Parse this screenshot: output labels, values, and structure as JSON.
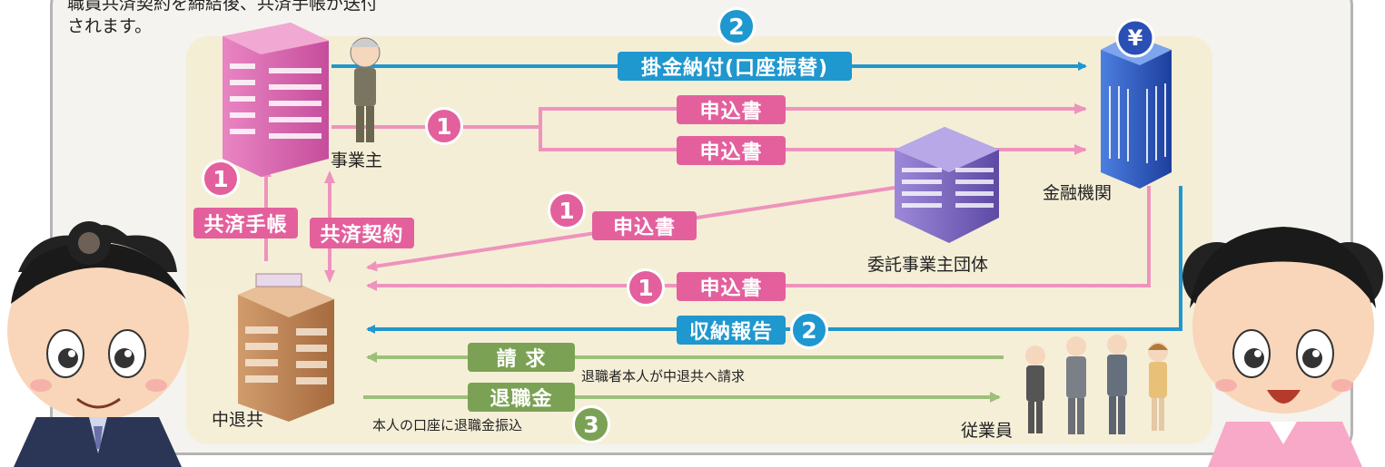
{
  "intro": {
    "text": "職員共済契約を締結後、共済手帳が送付\nされます。"
  },
  "labels": {
    "kakekin": "掛金納付(口座振替)",
    "moushikomi1": "申込書",
    "moushikomi2": "申込書",
    "moushikomi3": "申込書",
    "moushikomi4": "申込書",
    "kyosai_techo": "共済手帳",
    "kyosai_keiyaku": "共済契約",
    "shuno_hokoku": "収納報告",
    "seikyu": "請 求",
    "taishokukin": "退職金"
  },
  "numbers": {
    "n_kakekin": "2",
    "n_jigyonushi": "1",
    "n_techo": "1",
    "n_dantai": "1",
    "n_kinyu": "1",
    "n_shuno": "2",
    "n_taishokukin": "3"
  },
  "entities": {
    "jigyonushi": "事業主",
    "kinyukikan": "金融機関",
    "itaku_dantai": "委託事業主団体",
    "chutaikyo": "中退共",
    "jugyoin": "従業員"
  },
  "notes": {
    "seikyu_note": "退職者本人が中退共へ請求",
    "furikomi_note": "本人の口座に退職金振込"
  },
  "colors": {
    "blue": "#1f97cf",
    "pink": "#e3609d",
    "green": "#7ba254",
    "pink_line": "#ee93bd",
    "green_line": "#9dbf7a"
  }
}
